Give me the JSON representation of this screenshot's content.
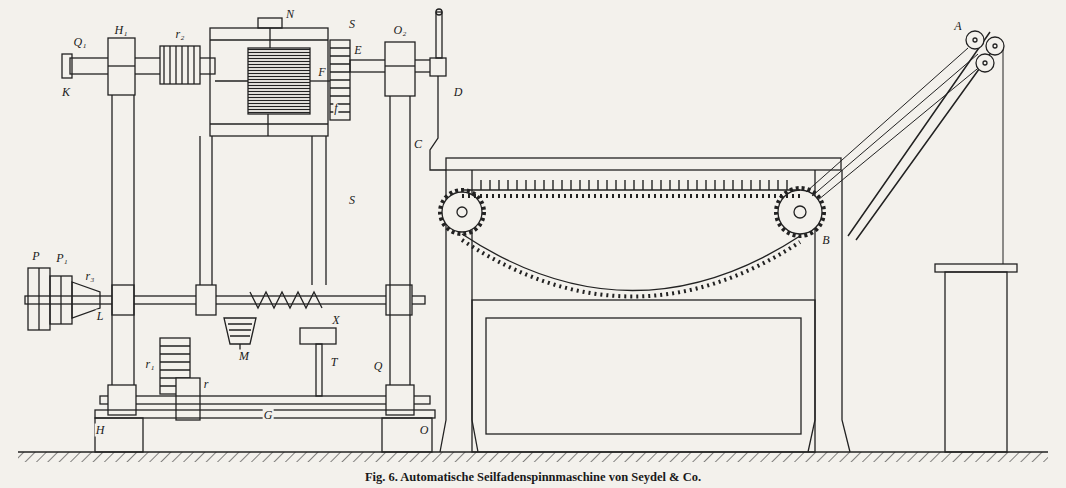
{
  "diagram": {
    "caption": "Fig. 6. Automatische Seilfadenspinnmaschine von Seydel & Co.",
    "labels": [
      "Q₁",
      "K",
      "H₁",
      "r₂",
      "N",
      "S",
      "F",
      "E",
      "O₂",
      "D",
      "C",
      "P",
      "P₁",
      "r₃",
      "L",
      "X",
      "M",
      "T",
      "Q",
      "H",
      "r₁",
      "r",
      "G",
      "O",
      "S",
      "f",
      "A",
      "B"
    ]
  }
}
